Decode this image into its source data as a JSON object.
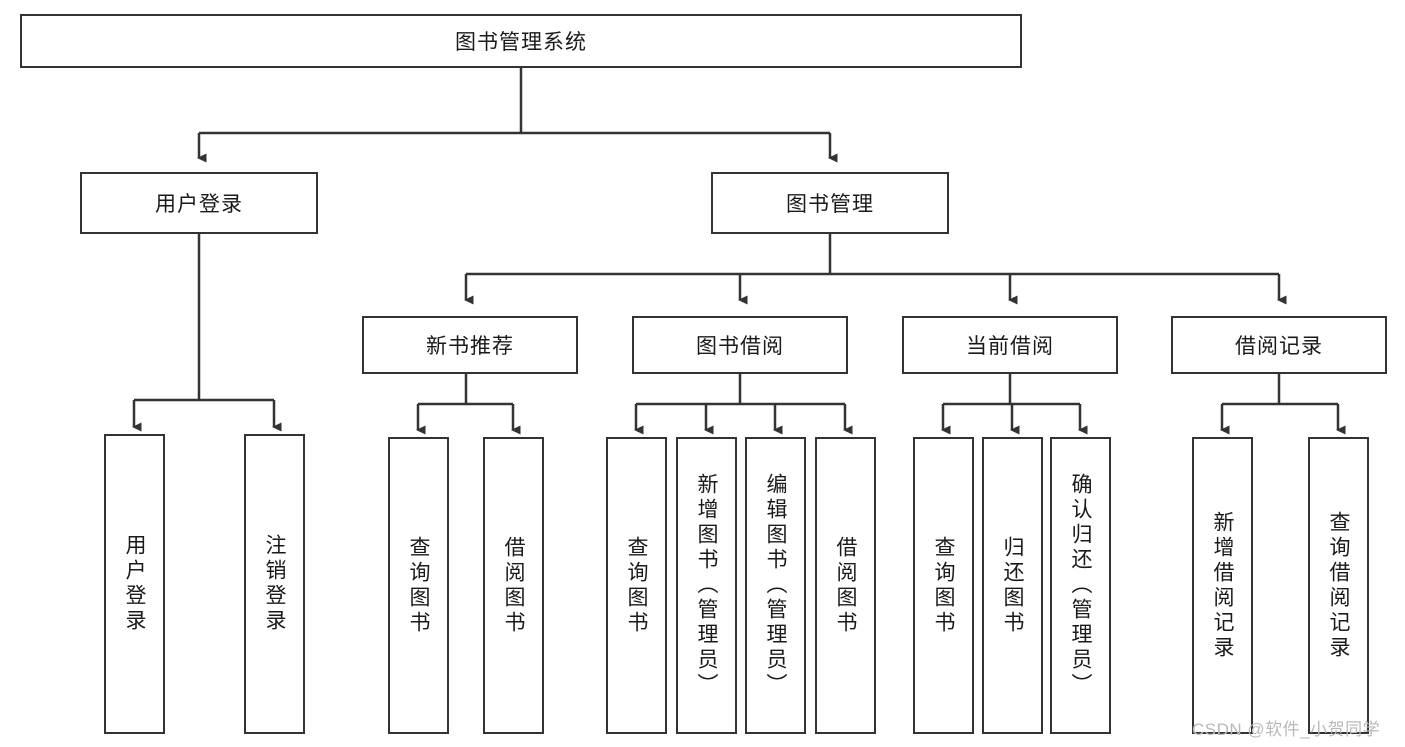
{
  "diagram": {
    "title_node": {
      "label": "图书管理系统"
    },
    "level2": [
      {
        "label": "用户登录"
      },
      {
        "label": "图书管理"
      }
    ],
    "level3": [
      {
        "label": "新书推荐"
      },
      {
        "label": "图书借阅"
      },
      {
        "label": "当前借阅"
      },
      {
        "label": "借阅记录"
      }
    ],
    "leaves": {
      "user_login": [
        {
          "label": "用户登录"
        },
        {
          "label": "注销登录"
        }
      ],
      "new_book_recommend": [
        {
          "label": "查询图书"
        },
        {
          "label": "借阅图书"
        }
      ],
      "book_borrow": [
        {
          "label": "查询图书"
        },
        {
          "label": "新增图书（管理员）"
        },
        {
          "label": "编辑图书（管理员）"
        },
        {
          "label": "借阅图书"
        }
      ],
      "current_borrow": [
        {
          "label": "查询图书"
        },
        {
          "label": "归还图书"
        },
        {
          "label": "确认归还（管理员）"
        }
      ],
      "borrow_records": [
        {
          "label": "新增借阅记录"
        },
        {
          "label": "查询借阅记录"
        }
      ]
    }
  },
  "watermark": {
    "text": "CSDN @软件_小贺同学"
  },
  "colors": {
    "stroke": "#333333",
    "background": "#ffffff",
    "text": "#1a1a1a",
    "watermark": "#b9b9b9"
  }
}
